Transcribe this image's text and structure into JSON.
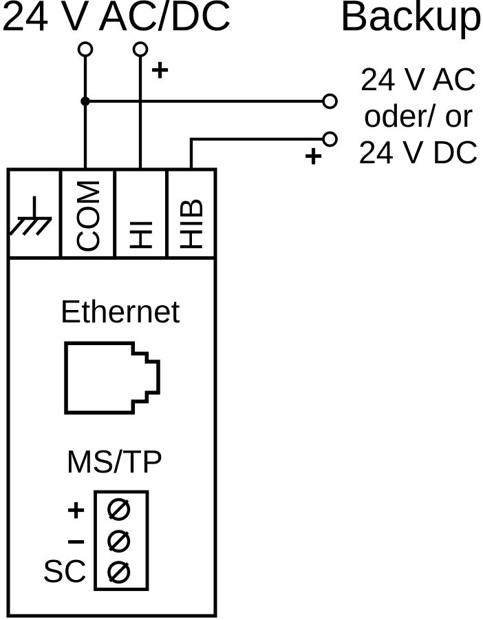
{
  "power": {
    "title": "24 V AC/DC",
    "plus": "+"
  },
  "backup": {
    "title": "Backup",
    "line1": "24 V AC",
    "line2": "oder/ or",
    "line3": "24 V DC",
    "plus": "+"
  },
  "terminal_strip": {
    "ground_icon": "functional-earth-icon",
    "labels": [
      "COM",
      "HI",
      "HIB"
    ]
  },
  "device": {
    "ethernet_label": "Ethernet",
    "ethernet_jack_icon": "rj45-jack-icon",
    "mstp_label": "MS/TP",
    "mstp_pins": [
      "+",
      "−",
      "SC"
    ],
    "screw_icon": "screw-terminal-icon"
  },
  "colors": {
    "line": "#000000",
    "background": "#ffffff"
  }
}
